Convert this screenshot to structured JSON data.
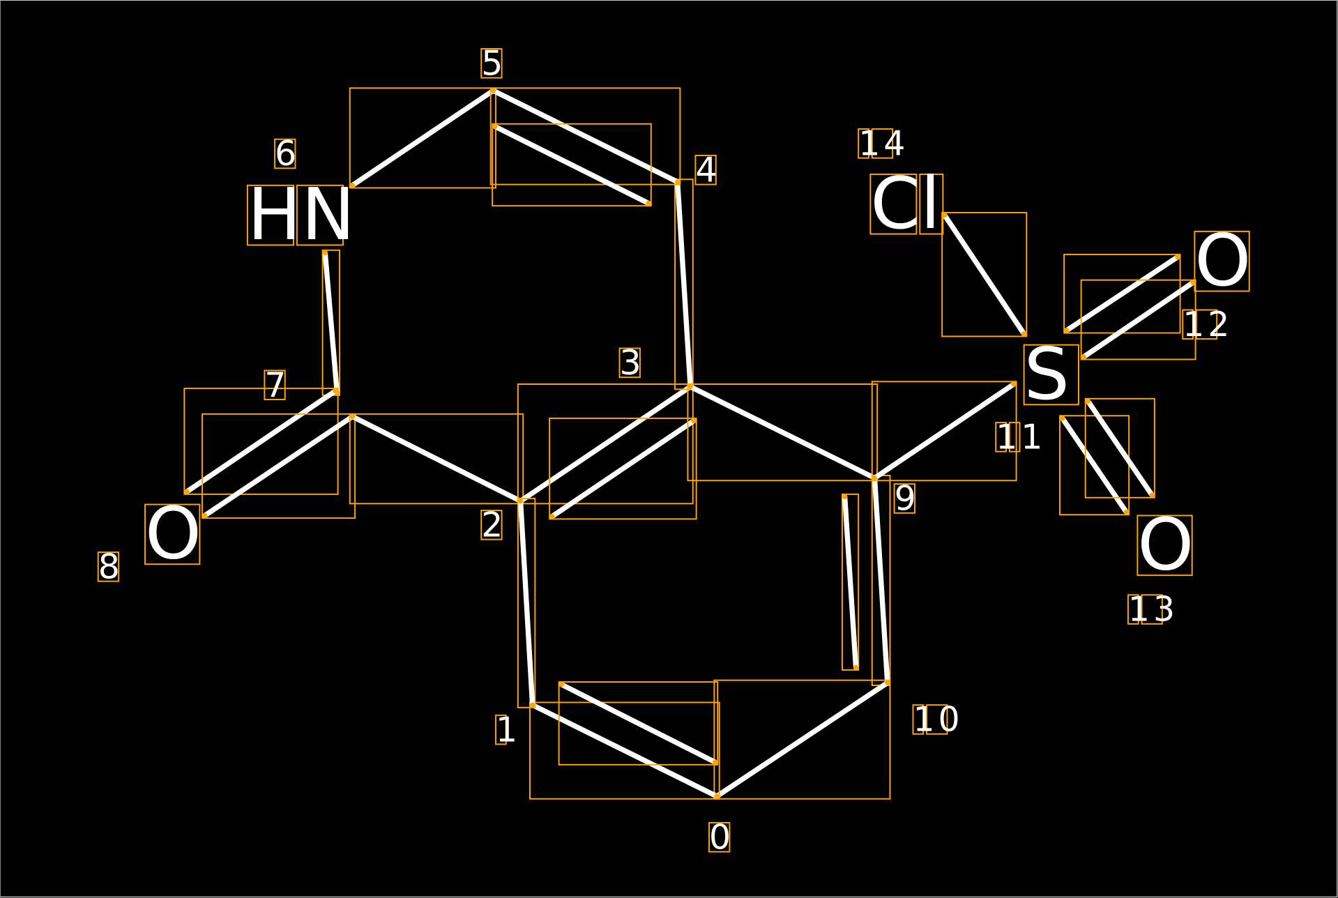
{
  "diagram": {
    "type": "molecule-annotation",
    "colors": {
      "background": "#000000",
      "bond": "#ffffff",
      "box": "#ffa500"
    },
    "atoms": [
      {
        "id": "a6",
        "symbol": "HN",
        "index": "6"
      },
      {
        "id": "a8",
        "symbol": "O",
        "index": "8"
      },
      {
        "id": "a14",
        "symbol": "Cl",
        "index": "14"
      },
      {
        "id": "a11",
        "symbol": "S",
        "index": "11"
      },
      {
        "id": "a12",
        "symbol": "O",
        "index": "12"
      },
      {
        "id": "a13",
        "symbol": "O",
        "index": "13"
      }
    ],
    "carbon_indices": [
      "0",
      "1",
      "2",
      "3",
      "4",
      "5",
      "7",
      "9",
      "10"
    ]
  }
}
